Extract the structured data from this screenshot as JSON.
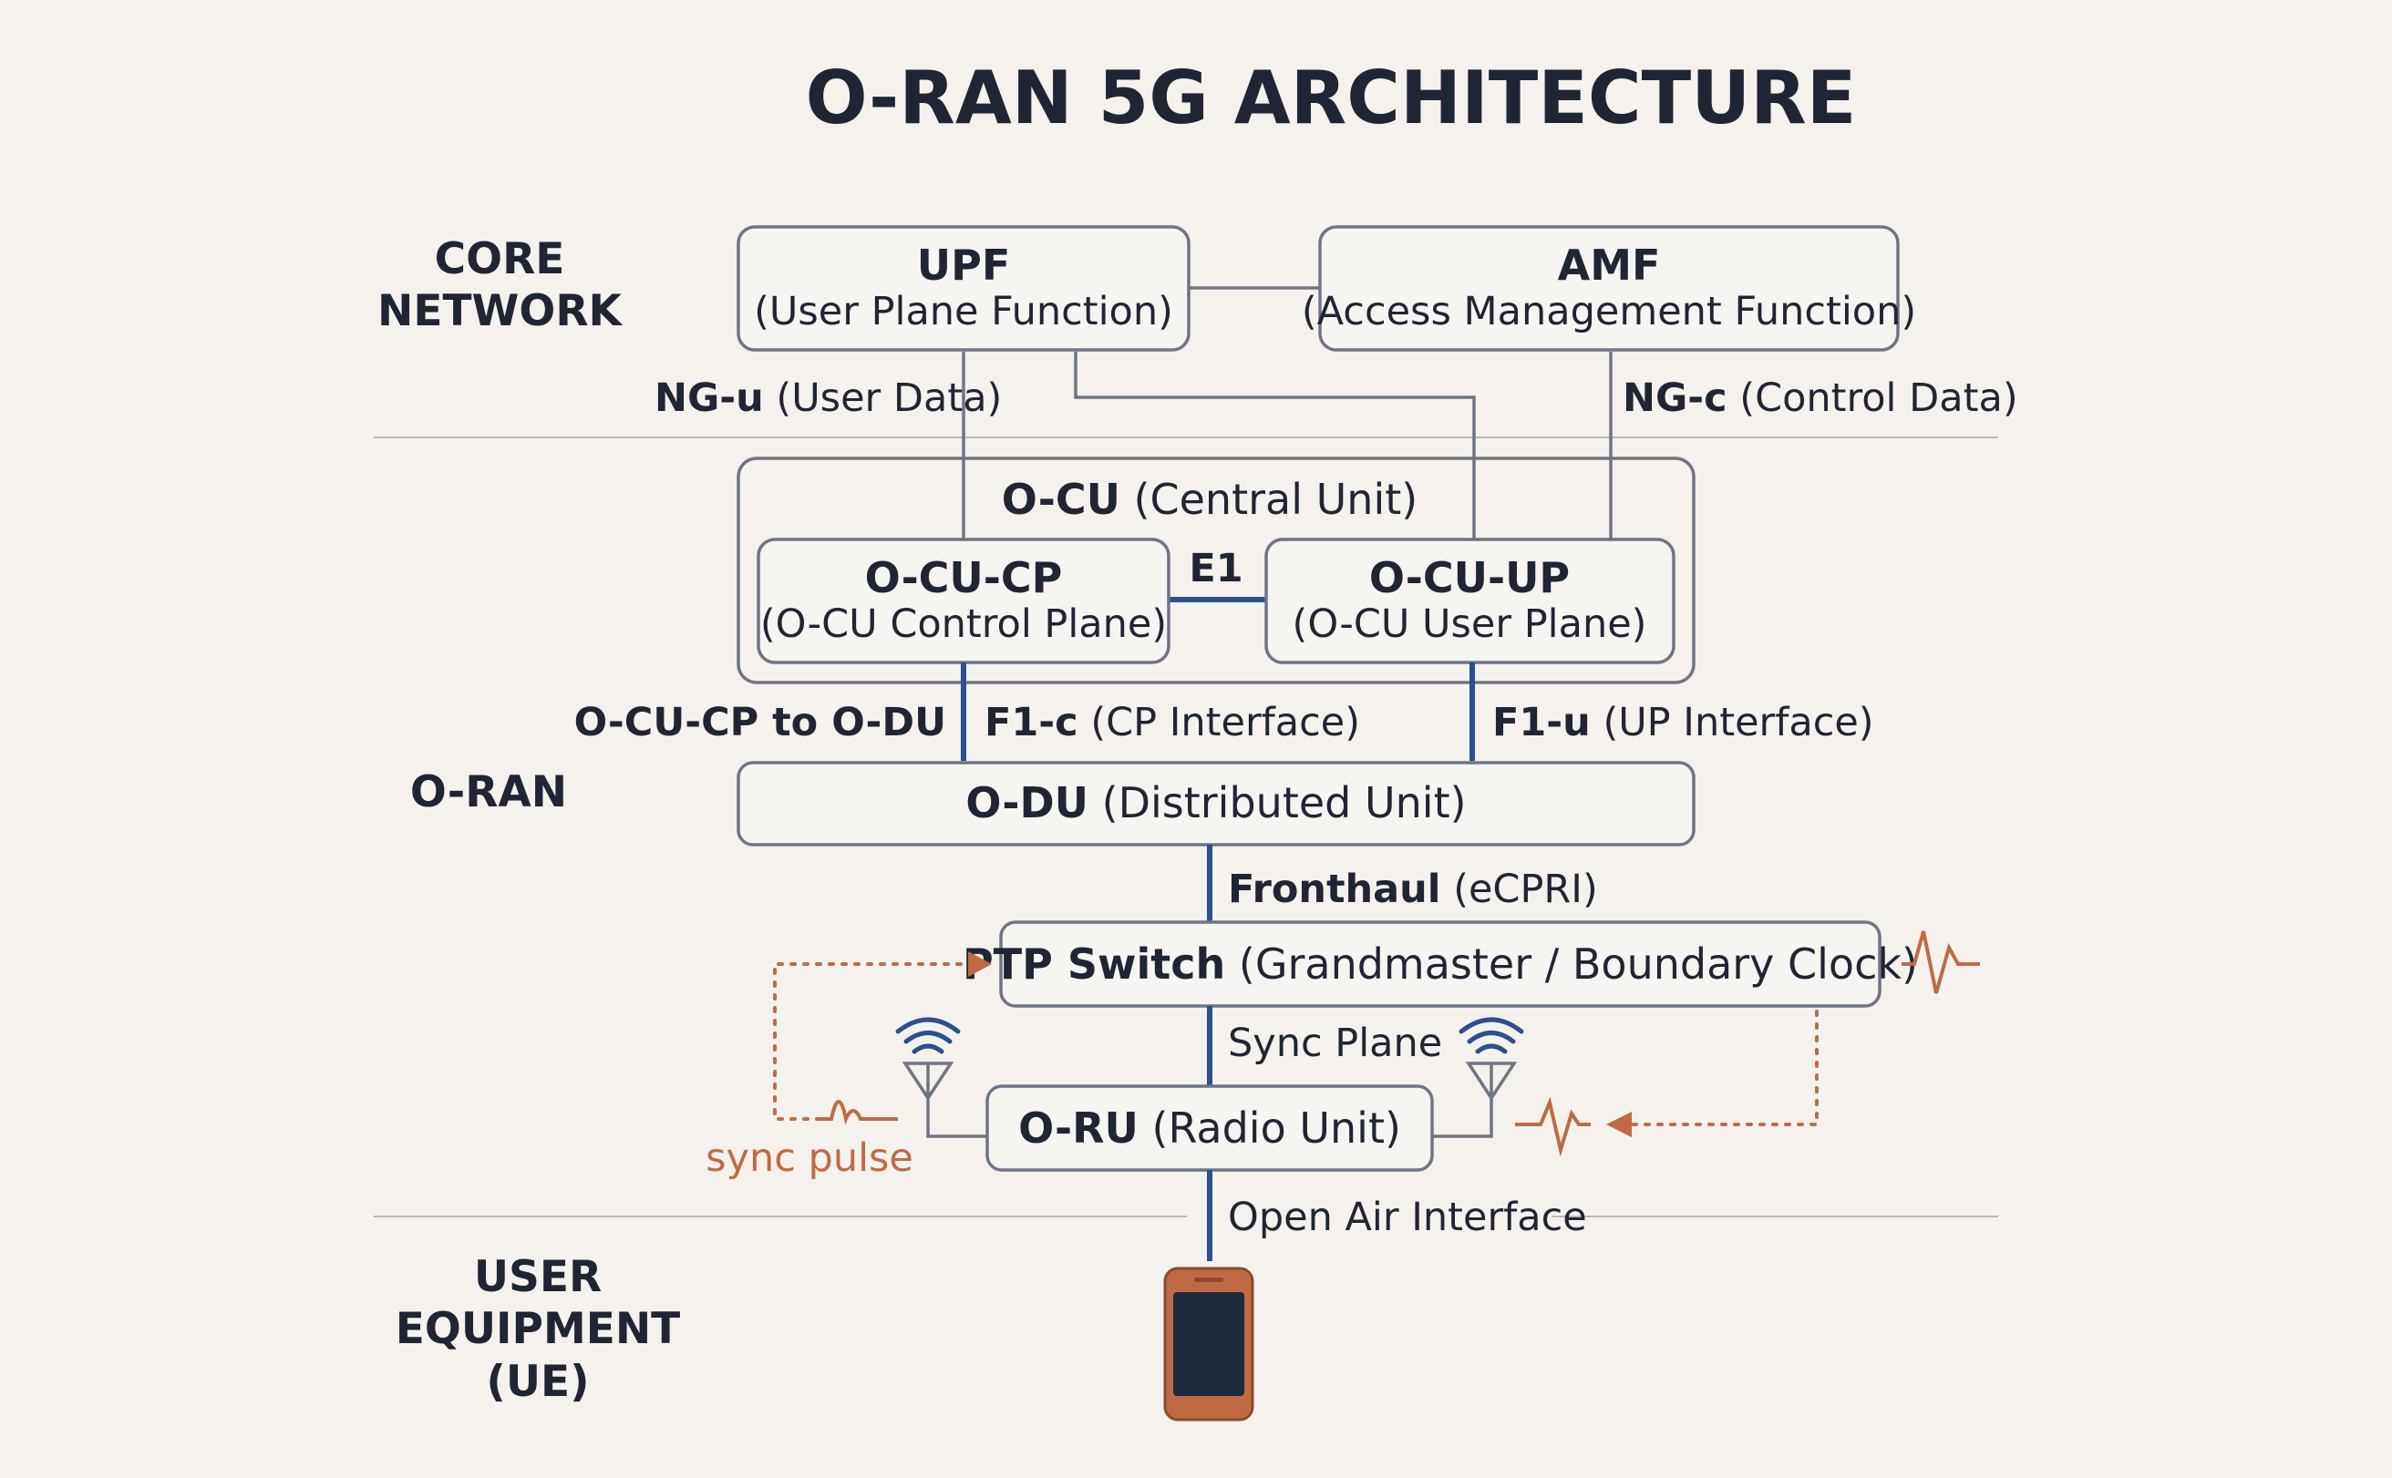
{
  "title": "O-RAN 5G ARCHITECTURE",
  "sections": {
    "core_line1": "CORE",
    "core_line2": "NETWORK",
    "oran": "O-RAN",
    "ue_line1": "USER",
    "ue_line2": "EQUIPMENT",
    "ue_line3": "(UE)"
  },
  "nodes": {
    "upf": {
      "name": "UPF",
      "desc": "(User Plane Function)"
    },
    "amf": {
      "name": "AMF",
      "desc": "(Access Management Function)"
    },
    "ocu": {
      "name": "O-CU",
      "desc": "(Central Unit)"
    },
    "ocu_cp": {
      "name": "O-CU-CP",
      "desc": "(O-CU Control Plane)"
    },
    "ocu_up": {
      "name": "O-CU-UP",
      "desc": "(O-CU User Plane)"
    },
    "odu": {
      "name": "O-DU",
      "desc": "(Distributed Unit)"
    },
    "ptp": {
      "name": "PTP Switch",
      "desc": "(Grandmaster / Boundary Clock)"
    },
    "oru": {
      "name": "O-RU",
      "desc": "(Radio Unit)"
    }
  },
  "interfaces": {
    "ngu_name": "NG-u",
    "ngu_desc": "(User Data)",
    "ngc_name": "NG-c",
    "ngc_desc": "(Control Data)",
    "e1": "E1",
    "cp_to_du": "O-CU-CP to O-DU",
    "f1c_name": "F1-c",
    "f1c_desc": "(CP Interface)",
    "f1u_name": "F1-u",
    "f1u_desc": "(UP Interface)",
    "fronthaul_name": "Fronthaul",
    "fronthaul_desc": "(eCPRI)",
    "sync_plane": "Sync Plane",
    "open_air": "Open Air Interface",
    "sync_pulse": "sync pulse"
  },
  "colors": {
    "background": "#f5f2ed",
    "text": "#1f2533",
    "box_stroke": "#6e7585",
    "blue_link": "#2b4f8f",
    "sync_orange": "#c06a45",
    "divider": "#b9b9b9"
  },
  "icons": [
    "antenna-icon",
    "wifi-signal-icon",
    "pulse-waveform-icon",
    "smartphone-icon",
    "arrow-head-icon"
  ]
}
